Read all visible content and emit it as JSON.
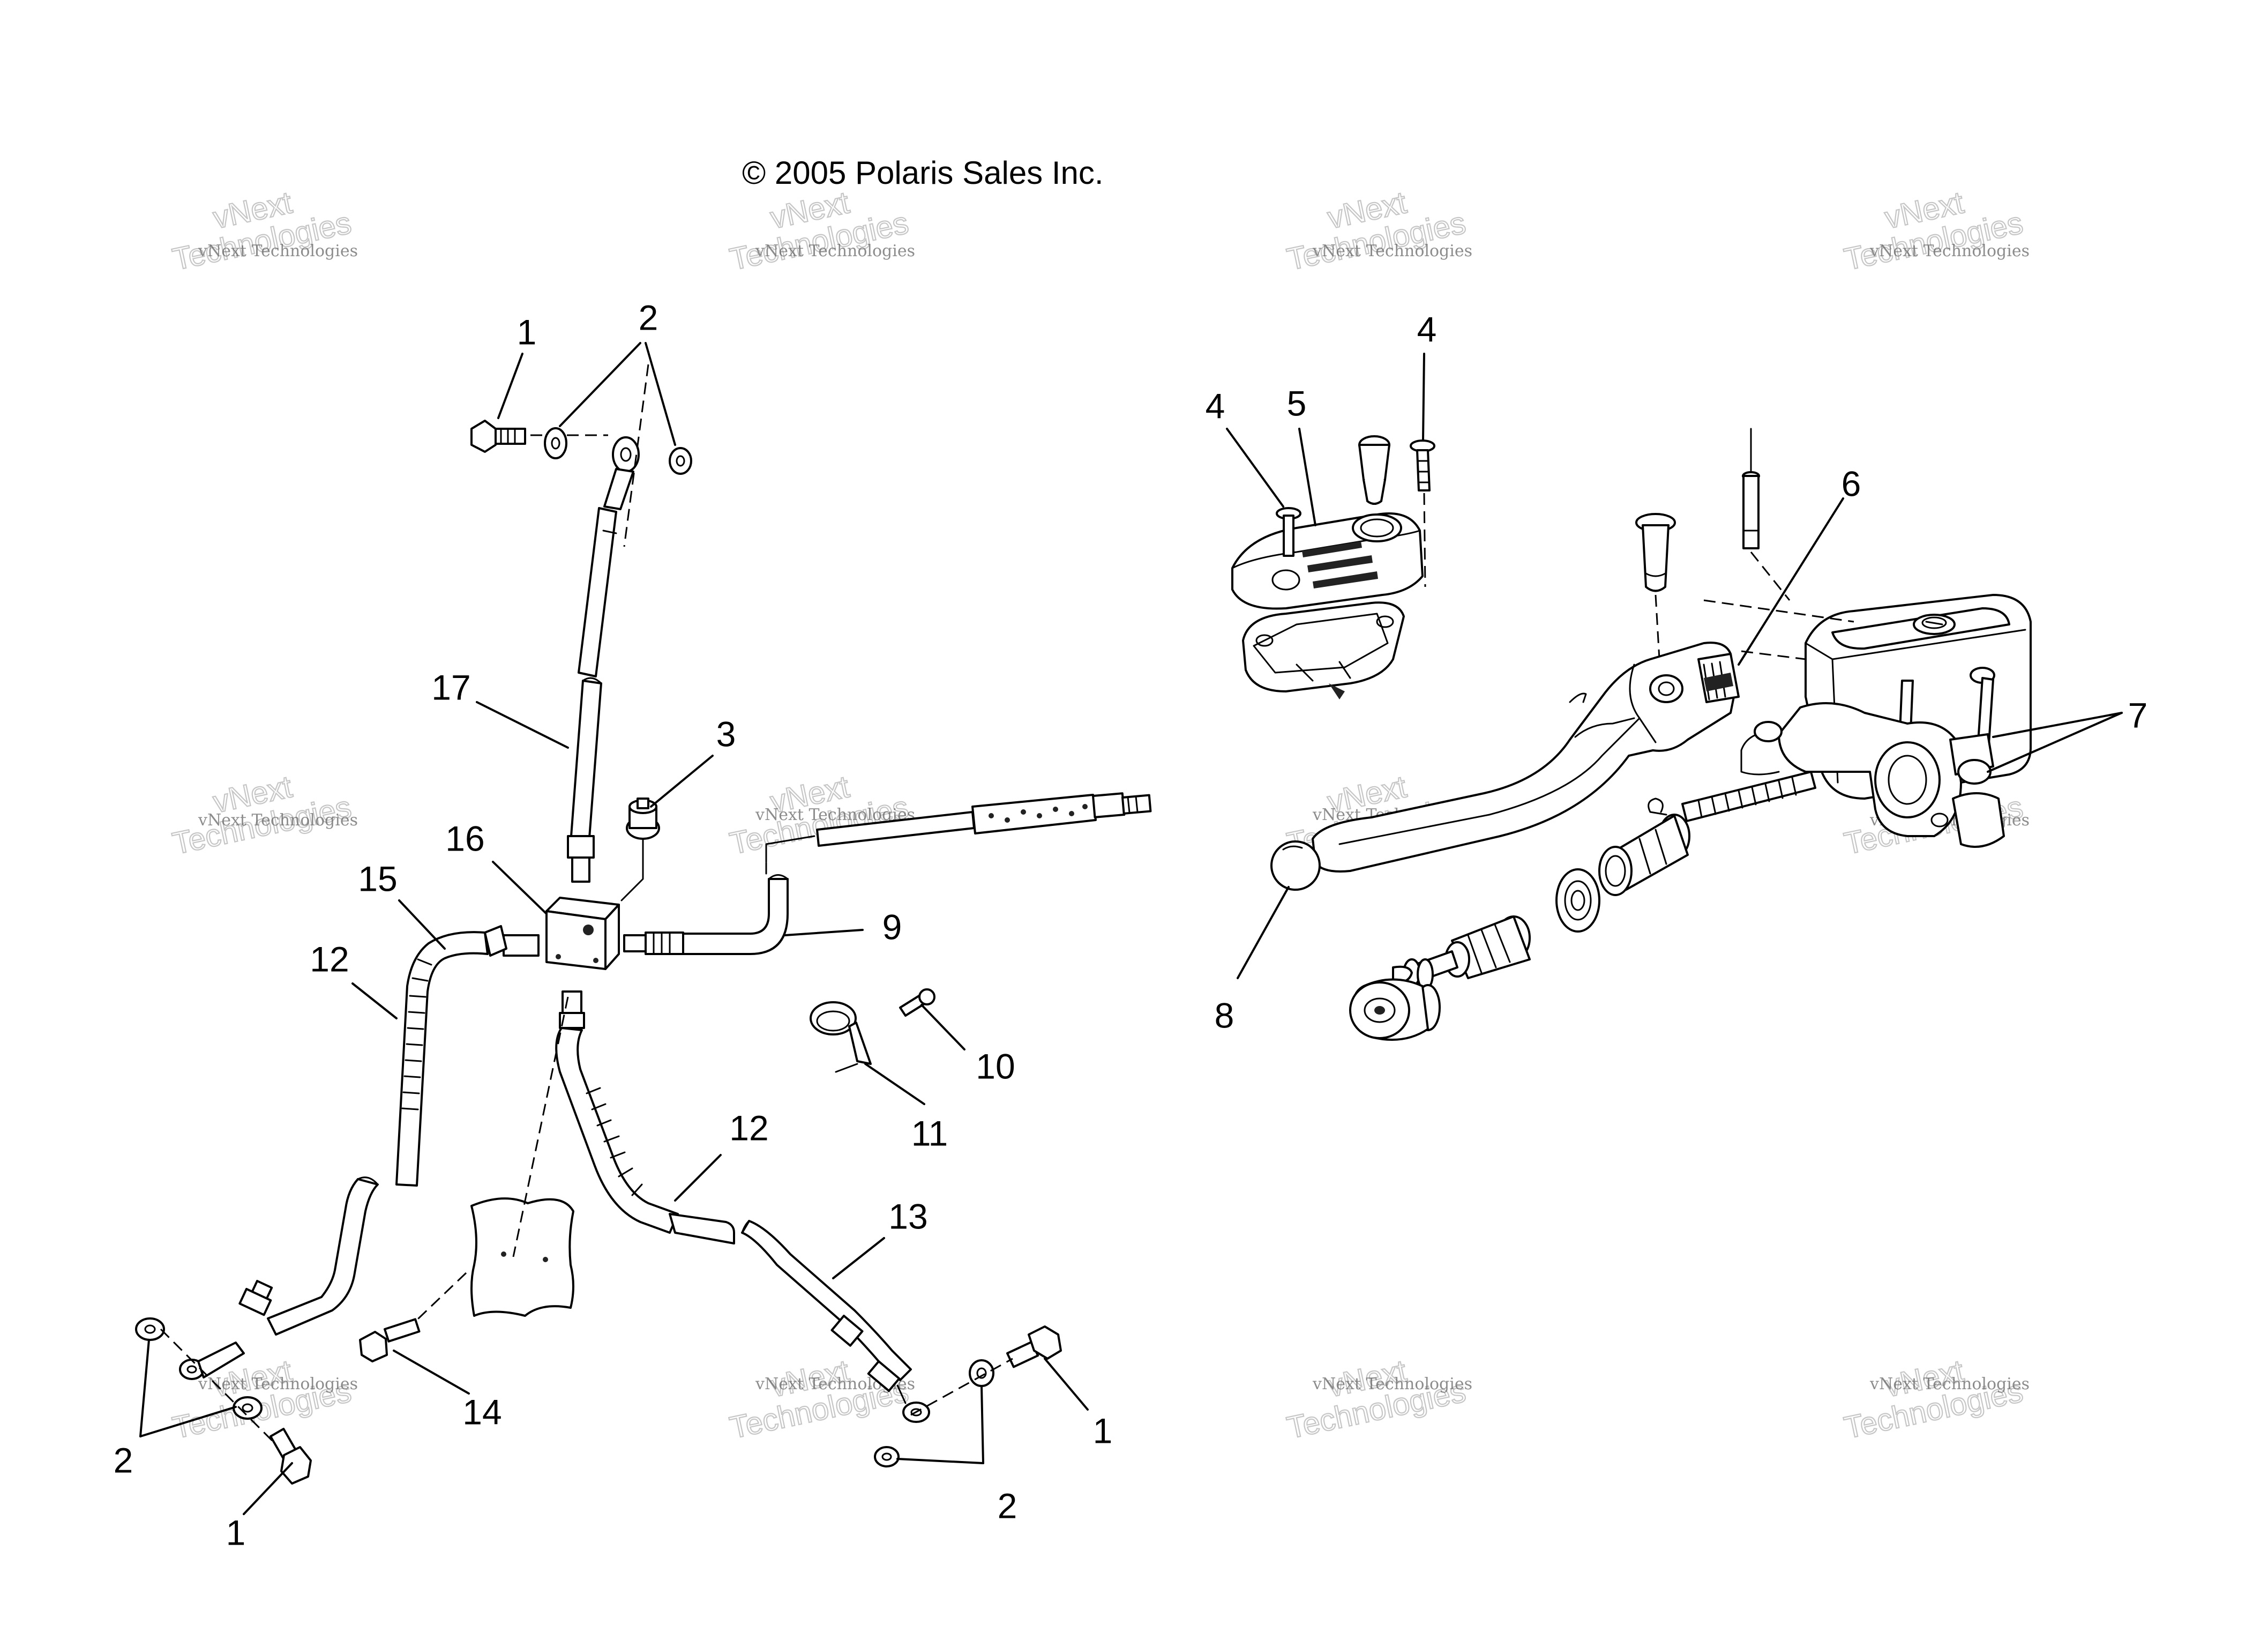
{
  "copyright": "© 2005 Polaris Sales Inc.",
  "watermark": {
    "line1": "vNext",
    "line2": "vNext Technologies",
    "line3": "Technologies"
  },
  "callouts": {
    "c1a": "1",
    "c2a": "2",
    "c17": "17",
    "c3": "3",
    "c16": "16",
    "c15": "15",
    "c12a": "12",
    "c9": "9",
    "c10": "10",
    "c11": "11",
    "c12b": "12",
    "c13": "13",
    "c14": "14",
    "c2b": "2",
    "c1b": "1",
    "c1c": "1",
    "c2c": "2",
    "c4a": "4",
    "c5": "5",
    "c4b": "4",
    "c6": "6",
    "c7": "7",
    "c8": "8"
  }
}
